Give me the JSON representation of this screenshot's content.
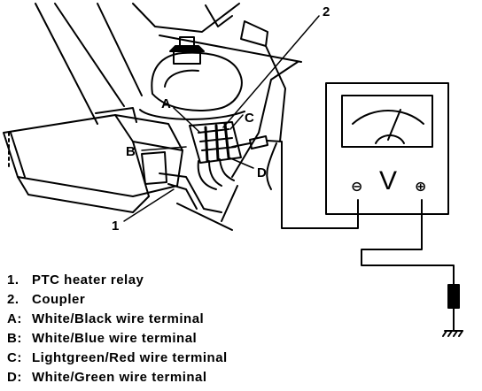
{
  "callouts": {
    "relay_num": "1",
    "coupler_num": "2",
    "a": "A",
    "b": "B",
    "c": "C",
    "d": "D"
  },
  "meter": {
    "unit": "V",
    "minus": "⊖",
    "plus": "⊕"
  },
  "legend": [
    {
      "key": "1.",
      "text": "PTC heater relay"
    },
    {
      "key": "2.",
      "text": "Coupler"
    },
    {
      "key": "A:",
      "text": "White/Black wire terminal"
    },
    {
      "key": "B:",
      "text": "White/Blue wire terminal"
    },
    {
      "key": "C:",
      "text": "Lightgreen/Red wire terminal"
    },
    {
      "key": "D:",
      "text": "White/Green wire terminal"
    }
  ]
}
